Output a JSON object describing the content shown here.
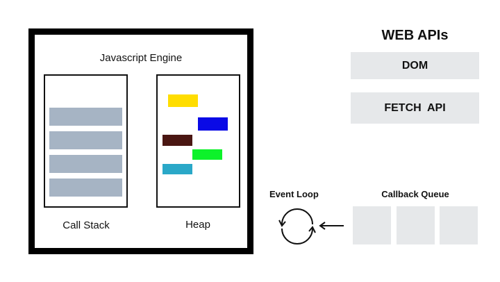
{
  "engine": {
    "title": "Javascript Engine",
    "call_stack": {
      "label": "Call Stack",
      "frame_count": 4,
      "frame_color": "#a6b4c4"
    },
    "heap": {
      "label": "Heap",
      "objects": [
        {
          "name": "heap-object-yellow",
          "color": "#ffdd00"
        },
        {
          "name": "heap-object-blue",
          "color": "#0a0ae6"
        },
        {
          "name": "heap-object-brown",
          "color": "#4a1612"
        },
        {
          "name": "heap-object-green",
          "color": "#0df22a"
        },
        {
          "name": "heap-object-cyan",
          "color": "#2aa8c8"
        }
      ]
    }
  },
  "web_apis": {
    "title": "WEB APIs",
    "items": [
      {
        "label": "DOM"
      },
      {
        "label": "FETCH  API"
      }
    ]
  },
  "event_loop": {
    "label": "Event Loop",
    "icon": "circular-arrows-icon"
  },
  "callback_queue": {
    "label": "Callback Queue",
    "slot_count": 3,
    "slot_color": "#e6e8ea"
  },
  "arrow": {
    "icon": "arrow-left-icon",
    "meaning": "callback queue to event loop"
  }
}
